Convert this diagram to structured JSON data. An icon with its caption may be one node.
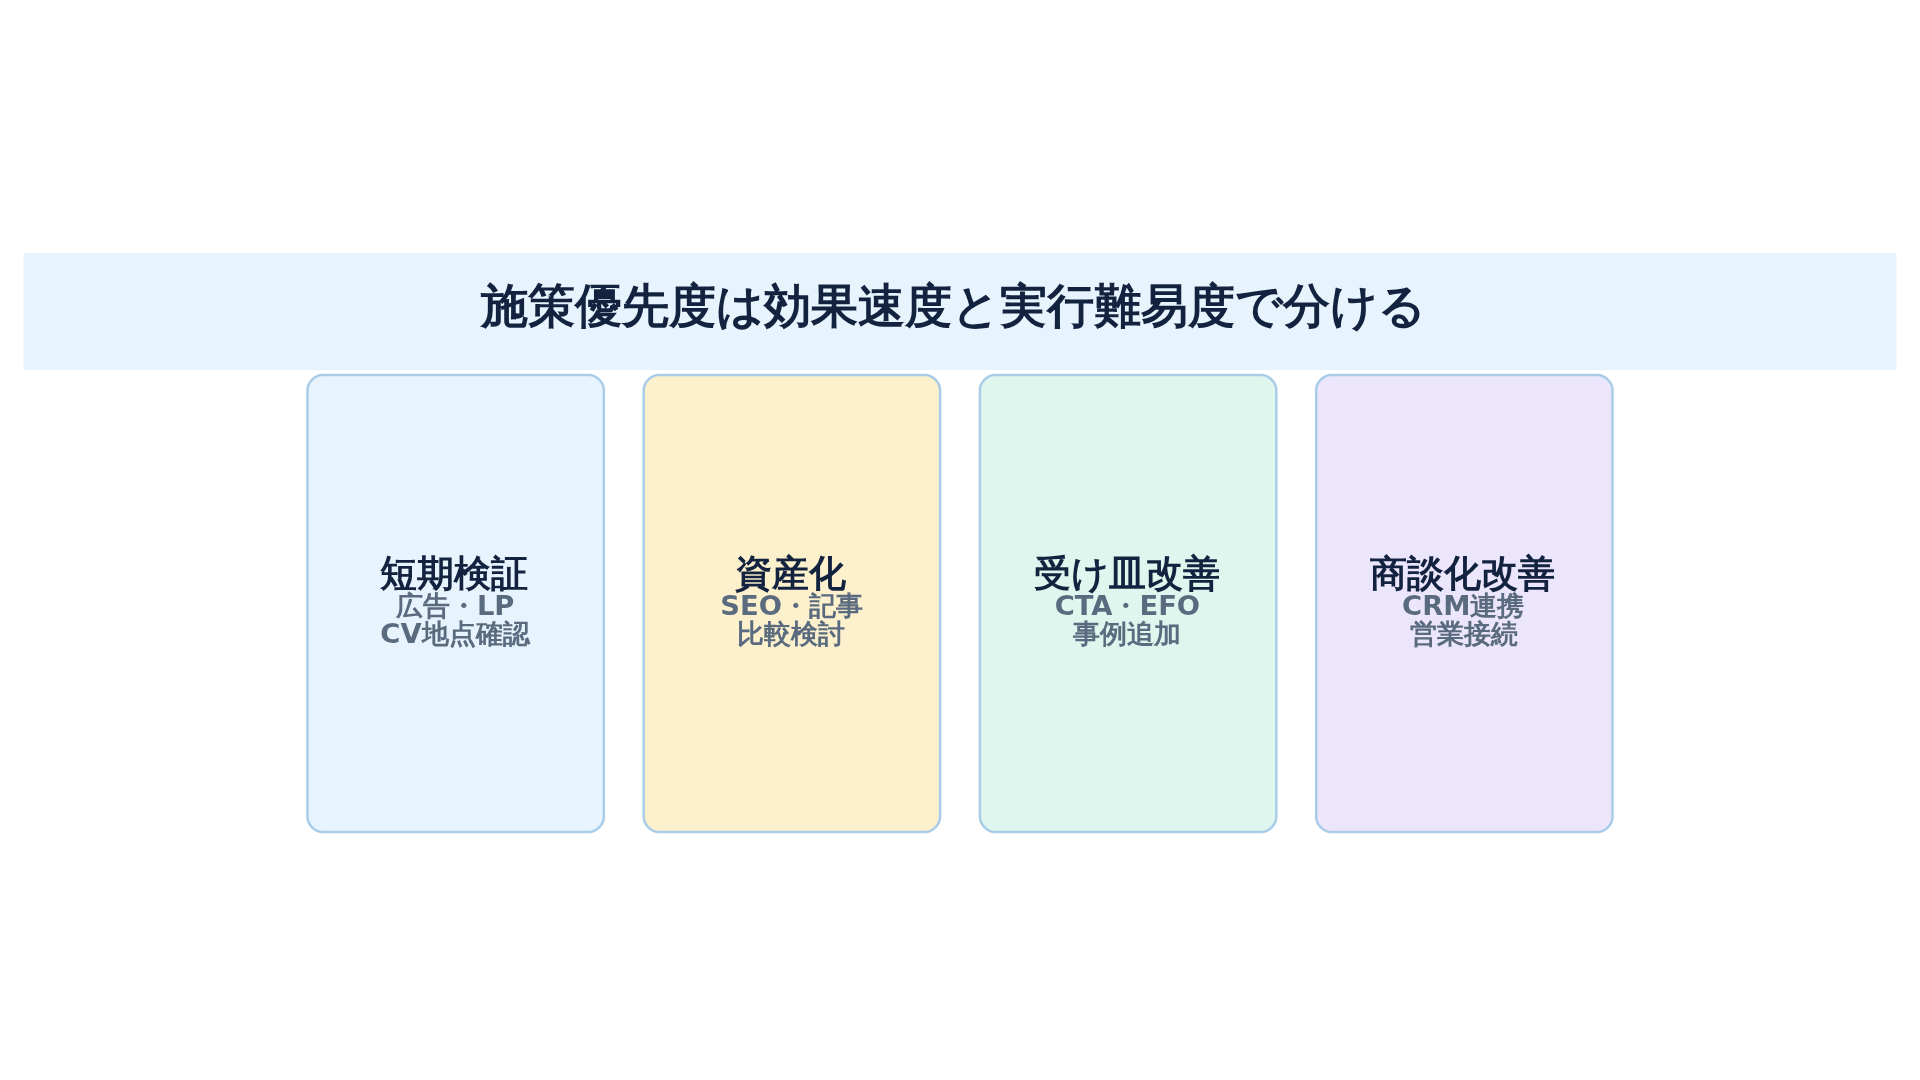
{
  "diagram": {
    "title": "施策優先度は効果速度と実行難易度で分ける",
    "nodes": [
      {
        "text": [
          "短期検証",
          "広告・LP",
          "CV地点確認"
        ]
      },
      {
        "text": [
          "資産化",
          "SEO・記事",
          "比較検討"
        ]
      },
      {
        "text": [
          "受け皿改善",
          "CTA・EFO",
          "事例追加"
        ]
      },
      {
        "text": [
          "商談化改善",
          "CRM連携",
          "営業接続"
        ]
      }
    ]
  }
}
